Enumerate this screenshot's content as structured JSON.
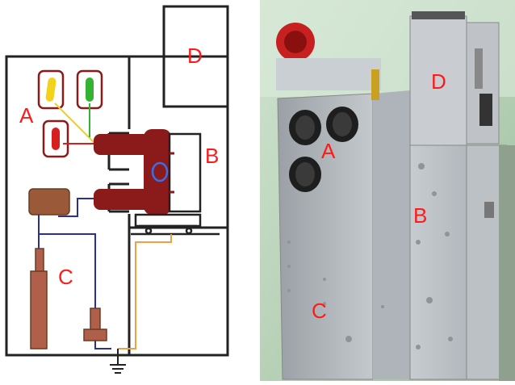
{
  "diagram": {
    "labels": {
      "a": "A",
      "b": "B",
      "c": "C",
      "d": "D"
    }
  },
  "photo": {
    "labels": {
      "a": "A",
      "b": "B",
      "c": "C",
      "d": "D"
    }
  },
  "colors": {
    "label_red": "#ff1a1a",
    "busbar_maroon": "#8b1a1a",
    "insulator_yellow": "#f2d21a",
    "insulator_green": "#34b233",
    "insulator_red": "#d62020",
    "cable_blue": "#2b2f9e",
    "earth_orange": "#f0a040",
    "component_brown": "#b0604a",
    "ct_brown": "#9a5a3a",
    "vt_ring_blue": "#3a6ee8",
    "panel_grey": "#b9bfc4",
    "wall_green": "#b8d4b8"
  }
}
